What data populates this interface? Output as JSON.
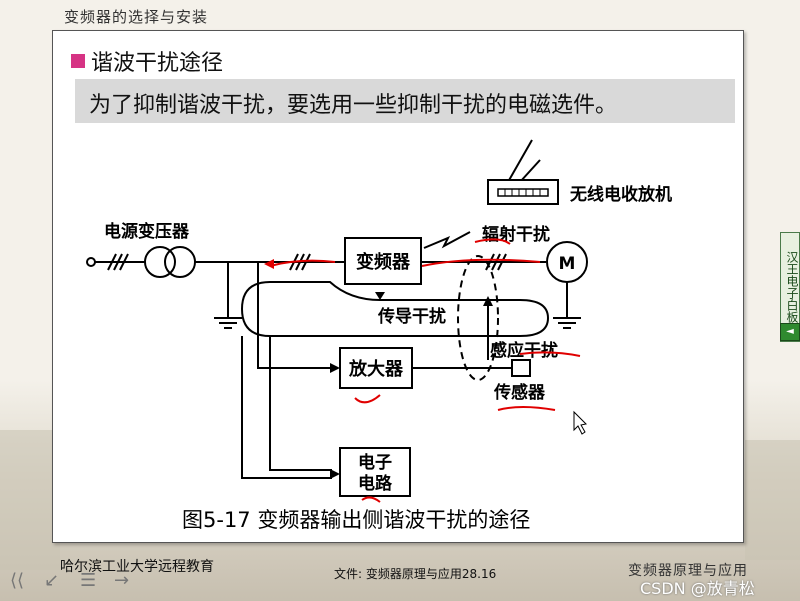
{
  "header": {
    "title": "变频器的选择与安装"
  },
  "slide": {
    "heading": "谐波干扰途径",
    "note": "为了抑制谐波干扰，要选用一些抑制干扰的电磁选件。"
  },
  "diagram": {
    "labels": {
      "radio": "无线电收放机",
      "transformer": "电源变压器",
      "vfd": "变频器",
      "radiated": "辐射干扰",
      "motor": "M",
      "conducted": "传导干扰",
      "induced": "感应干扰",
      "amplifier": "放大器",
      "sensor": "传感器",
      "circuit_line1": "电子",
      "circuit_line2": "电路"
    },
    "caption": "图5-17 变频器输出侧谐波干扰的途径"
  },
  "footer": {
    "school": "哈尔滨工业大学远程教育",
    "file": "文件:  变频器原理与应用28.16",
    "course": "变频器原理与应用"
  },
  "side_tab": {
    "label": "汉王电子白板",
    "arrow": "◄"
  },
  "watermark": "CSDN @放青松",
  "colors": {
    "bullet": "#d63384",
    "annotation": "#e00000"
  }
}
